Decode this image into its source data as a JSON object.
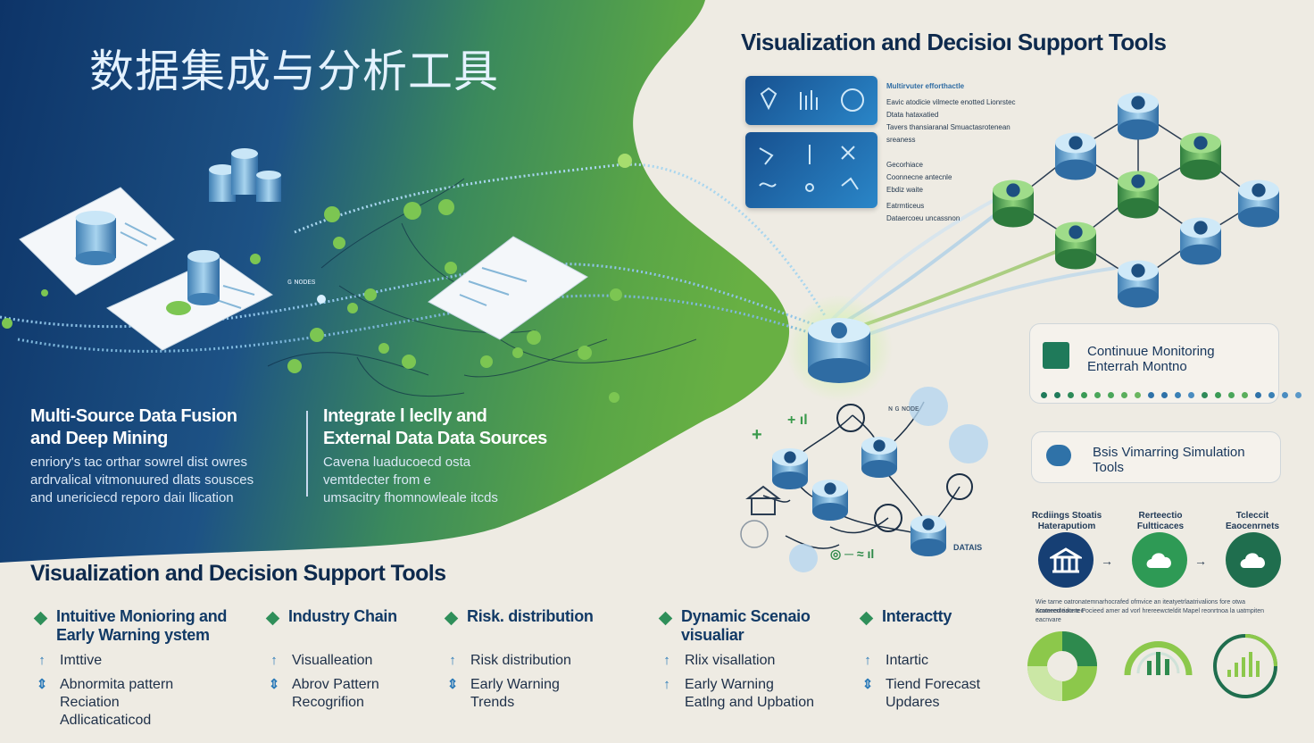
{
  "colors": {
    "navy": "#0f3a6e",
    "green": "#5aa83f",
    "teal": "#1f7a5a",
    "cream": "#eeebe3",
    "node_blue": "#2f72a8",
    "node_green": "#4d9f4a"
  },
  "hero": {
    "cn_title": "数据集成与分析工具",
    "top_right_title": "Visualization and Decisioı Support Tools"
  },
  "sections": {
    "fusion": {
      "title_line1": "Multi-Source Data Fusion",
      "title_line2": "and Deep Mining",
      "body_line1": "enriory's tac orthar sowrel dist owres",
      "body_line2": "ardrvalical vitmonuured dlats sousces",
      "body_line3": "and unericiecd reporo daiı llication"
    },
    "integrate": {
      "title_line1": "Integrate l leclly and",
      "title_line2": "External Data Data Sources",
      "body_line1": "Cavena luaducoecd osta",
      "body_line2": "vemtdecter from e",
      "body_line3": "umsacitry fhomnowleale itcds"
    }
  },
  "panels": {
    "heading": "Multirvuter efforthactle",
    "items": [
      "Eavic atodicie vilmecte enotted Lionrstec",
      "Dtata hataxatied",
      "Tavers thansiaranal Smuactasrotenean sreaness",
      "Gecorhiace",
      "Coonnecne antecnle",
      "Ebdiz waite",
      "Eatrmticeus",
      "Dataercoeu uncassnon"
    ]
  },
  "cards": {
    "monitoring": {
      "line1": "Continuue Monitoring",
      "line2": "Enterrah Montno"
    },
    "simulation": {
      "line1": "Bsis Vimarring Simulation",
      "line2": "Tools"
    }
  },
  "network_labels": {
    "cloud": "ɢ ɴᴏᴅᴇs",
    "stack": "ɴ ɢ ɴᴏᴅᴇ",
    "mini": "DATAIS",
    "symbols": "◎ ─ ≈ ıl",
    "plus": "+",
    "plus_marks": "+ ıl"
  },
  "flow": {
    "steps": [
      {
        "label": "Rcdiings Stoatis Hateraputiom",
        "icon": "building-icon"
      },
      {
        "label": "Rerteectio Fultticaces",
        "icon": "cloud-icon"
      },
      {
        "label": "Tcleccit Eaocenrnets",
        "icon": "cloud-icon"
      }
    ],
    "caption_line1": "Wie tarne oatronatemnarhocrafed ofmvice an iteatyetrlaatrivalions fore otwa acaterenteaontec",
    "caption_line2": "Kmmeed tidtere Pocieed amer ad vorl hrereewcteldit Mapel reonrtnoa la uatmpiten eacnvare"
  },
  "bottom": {
    "title": "Visualization and Decision Support Tools",
    "columns": [
      {
        "title_line1": "Intuitive Monioring and",
        "title_line2": "Early Warning ystem",
        "items": [
          {
            "line1": "Imttive",
            "line2": ""
          },
          {
            "line1": "Abnormita pattern Reciation",
            "line2": "Adlicaticaticod"
          }
        ]
      },
      {
        "title_line1": "Industry Chain",
        "title_line2": "",
        "items": [
          {
            "line1": "Visualleation",
            "line2": ""
          },
          {
            "line1": "Abrov Pattern",
            "line2": "Recogrifion"
          }
        ]
      },
      {
        "title_line1": "Risk. distribution",
        "title_line2": "",
        "items": [
          {
            "line1": "Risk distribution",
            "line2": ""
          },
          {
            "line1": "Early Warning",
            "line2": "Trends"
          }
        ]
      },
      {
        "title_line1": "Dynamic Scenaio",
        "title_line2": "visualiar",
        "items": [
          {
            "line1": "Rlix visallation",
            "line2": ""
          },
          {
            "line1": "Early Warning",
            "line2": "Eatlng and Upbation"
          }
        ]
      },
      {
        "title_line1": "Interactty",
        "title_line2": "",
        "items": [
          {
            "line1": "Intartic",
            "line2": ""
          },
          {
            "line1": "Tiend Forecast",
            "line2": "Updares"
          }
        ]
      }
    ]
  }
}
